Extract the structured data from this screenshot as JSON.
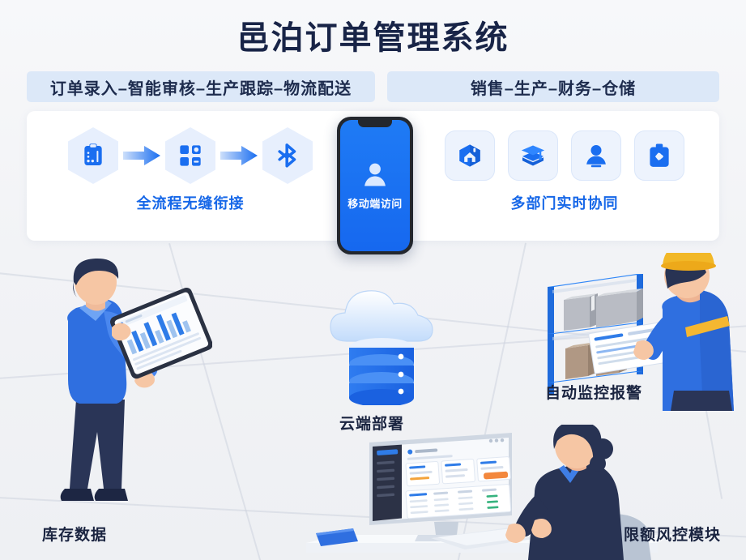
{
  "page": {
    "title": "邑泊订单管理系统",
    "bg_color": "#f2f3f6",
    "accent_color": "#1667e8",
    "title_color": "#182447"
  },
  "headers": {
    "left_pill": "订单录入–智能审核–生产跟踪–物流配送",
    "right_pill": "销售–生产–财务–仓储",
    "pill_bg": "#dce8f8"
  },
  "card": {
    "left_group": {
      "label": "全流程无缝衔接",
      "icons": [
        {
          "name": "clipboard-order-icon"
        },
        {
          "name": "dashboard-grid-icon"
        },
        {
          "name": "bluetooth-delivery-icon"
        }
      ],
      "arrows": [
        {
          "name": "flow-arrow-1"
        },
        {
          "name": "flow-arrow-2"
        }
      ]
    },
    "phone": {
      "label": "移动端访问",
      "icon": "user-avatar-icon",
      "screen_color": "#1a72f2"
    },
    "right_group": {
      "label": "多部门实时协同",
      "icons": [
        {
          "name": "home-sales-icon"
        },
        {
          "name": "box-production-icon"
        },
        {
          "name": "person-finance-icon"
        },
        {
          "name": "briefcase-warehouse-icon"
        }
      ]
    }
  },
  "scenes": [
    {
      "id": "inventory",
      "label": "库存数据",
      "illustration": "man-with-tablet-bar-chart"
    },
    {
      "id": "cloud",
      "label": "云端部署",
      "illustration": "cloud-over-database-cylinder"
    },
    {
      "id": "monitor",
      "label": "自动监控报警",
      "illustration": "worker-hardhat-warehouse-shelf"
    },
    {
      "id": "risk",
      "label": "限额风控模块",
      "illustration": "woman-at-desktop-dashboard"
    }
  ]
}
